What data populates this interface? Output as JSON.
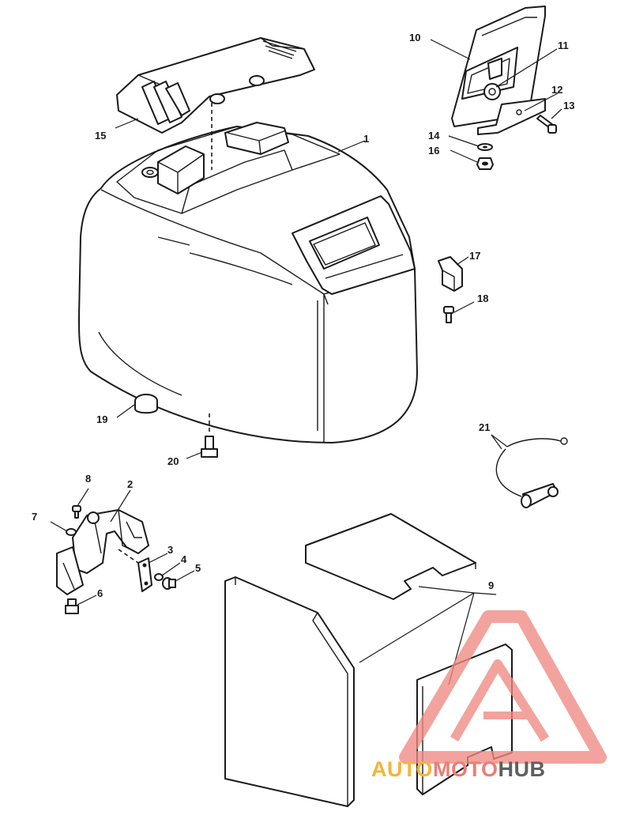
{
  "callouts": {
    "c1": "1",
    "c2": "2",
    "c3": "3",
    "c4": "4",
    "c5": "5",
    "c6": "6",
    "c7": "7",
    "c8": "8",
    "c9": "9",
    "c10": "10",
    "c11": "11",
    "c12": "12",
    "c13": "13",
    "c14": "14",
    "c15": "15",
    "c16": "16",
    "c17": "17",
    "c18": "18",
    "c19": "19",
    "c20": "20",
    "c21": "21"
  },
  "watermark": {
    "auto": "AUTO",
    "moto": "MOTO",
    "hub": "HUB",
    "colors": {
      "auto": "#f4b43a",
      "moto": "#ee7d75",
      "hub": "#5f5f5f",
      "triangle": "#ef8a82"
    }
  }
}
